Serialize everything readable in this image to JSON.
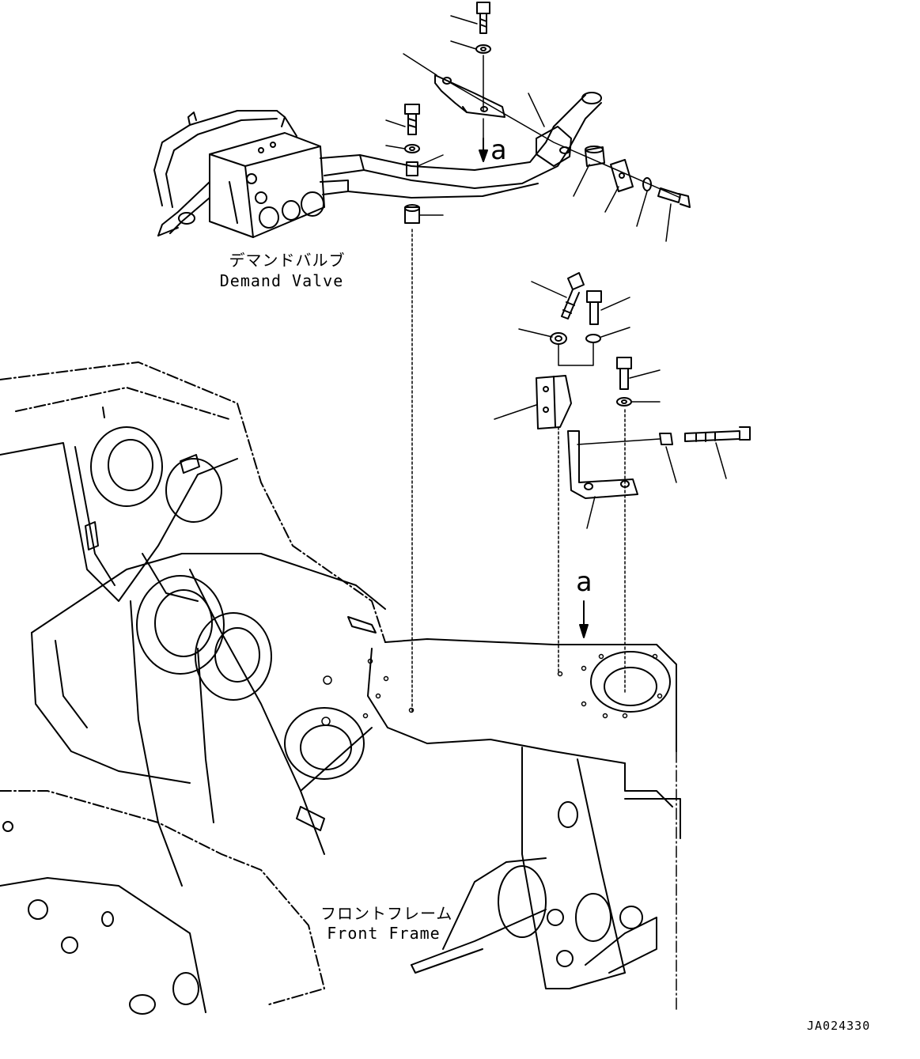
{
  "labels": {
    "demand_valve_jp": "デマンドバルブ",
    "demand_valve_en": "Demand Valve",
    "front_frame_jp": "フロントフレーム",
    "front_frame_en": "Front Frame",
    "view_arrow_upper": "a",
    "view_arrow_lower": "a",
    "drawing_code": "JA024330"
  },
  "colors": {
    "line": "#000000",
    "background": "#ffffff"
  }
}
